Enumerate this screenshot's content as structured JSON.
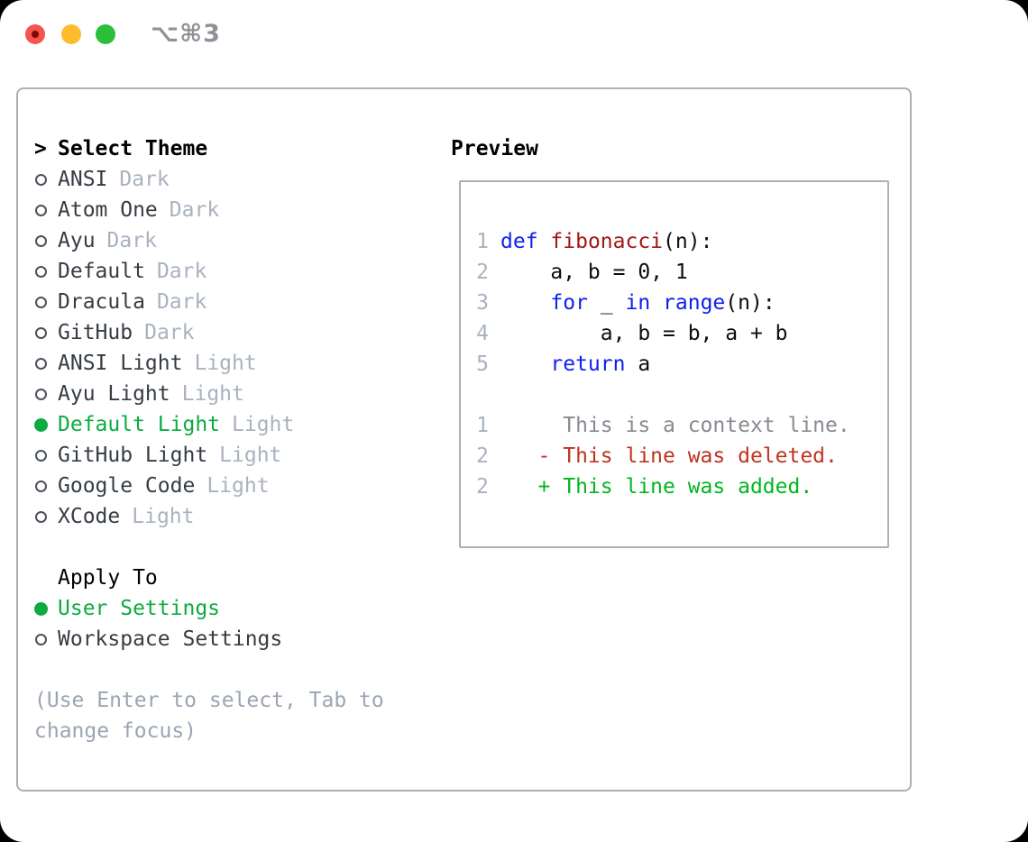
{
  "window": {
    "shortcut_label": "⌥⌘3",
    "traffic_lights": [
      "close",
      "minimize",
      "zoom"
    ]
  },
  "theme_picker": {
    "prompt": ">",
    "title": "Select Theme",
    "themes": [
      {
        "name": "ANSI",
        "variant": "Dark",
        "selected": false
      },
      {
        "name": "Atom One",
        "variant": "Dark",
        "selected": false
      },
      {
        "name": "Ayu",
        "variant": "Dark",
        "selected": false
      },
      {
        "name": "Default",
        "variant": "Dark",
        "selected": false
      },
      {
        "name": "Dracula",
        "variant": "Dark",
        "selected": false
      },
      {
        "name": "GitHub",
        "variant": "Dark",
        "selected": false
      },
      {
        "name": "ANSI Light",
        "variant": "Light",
        "selected": false
      },
      {
        "name": "Ayu Light",
        "variant": "Light",
        "selected": false
      },
      {
        "name": "Default Light",
        "variant": "Light",
        "selected": true
      },
      {
        "name": "GitHub Light",
        "variant": "Light",
        "selected": false
      },
      {
        "name": "Google Code",
        "variant": "Light",
        "selected": false
      },
      {
        "name": "XCode",
        "variant": "Light",
        "selected": false
      }
    ],
    "apply_to": {
      "title": "Apply To",
      "options": [
        {
          "label": "User Settings",
          "selected": true
        },
        {
          "label": "Workspace Settings",
          "selected": false
        }
      ]
    },
    "hint": "(Use Enter to select, Tab to change focus)"
  },
  "preview": {
    "title": "Preview",
    "code_lines": [
      {
        "num": "1",
        "tokens": [
          {
            "c": "kw",
            "t": "def"
          },
          {
            "c": "plain",
            "t": " "
          },
          {
            "c": "fn",
            "t": "fibonacci"
          },
          {
            "c": "plain",
            "t": "(n):"
          }
        ]
      },
      {
        "num": "2",
        "tokens": [
          {
            "c": "plain",
            "t": "    a, b = 0, 1"
          }
        ]
      },
      {
        "num": "3",
        "tokens": [
          {
            "c": "plain",
            "t": "    "
          },
          {
            "c": "kw",
            "t": "for"
          },
          {
            "c": "plain",
            "t": " _ "
          },
          {
            "c": "kw",
            "t": "in"
          },
          {
            "c": "plain",
            "t": " "
          },
          {
            "c": "kw",
            "t": "range"
          },
          {
            "c": "plain",
            "t": "(n):"
          }
        ]
      },
      {
        "num": "4",
        "tokens": [
          {
            "c": "plain",
            "t": "        a, b = b, a + b"
          }
        ]
      },
      {
        "num": "5",
        "tokens": [
          {
            "c": "plain",
            "t": "    "
          },
          {
            "c": "kw",
            "t": "return"
          },
          {
            "c": "plain",
            "t": " a"
          }
        ]
      },
      {
        "num": "",
        "tokens": []
      },
      {
        "num": "1",
        "tokens": [
          {
            "c": "ctx",
            "t": "     This is a context line."
          }
        ]
      },
      {
        "num": "2",
        "tokens": [
          {
            "c": "del",
            "t": "   - This line was deleted."
          }
        ]
      },
      {
        "num": "2",
        "tokens": [
          {
            "c": "add",
            "t": "   + This line was added."
          }
        ]
      }
    ]
  },
  "colors": {
    "selection_green": "#0cab41",
    "keyword_blue": "#1020ee",
    "function_red": "#a31515",
    "diff_deleted_red": "#c0321d",
    "diff_added_green": "#00b71f",
    "muted_gray": "#a9b2bf",
    "hint_gray": "#9aa5b3",
    "border_gray": "#a9b1ba",
    "traffic_red": "#f4554e",
    "traffic_yellow": "#fcbc2e",
    "traffic_green": "#2ac03c"
  }
}
